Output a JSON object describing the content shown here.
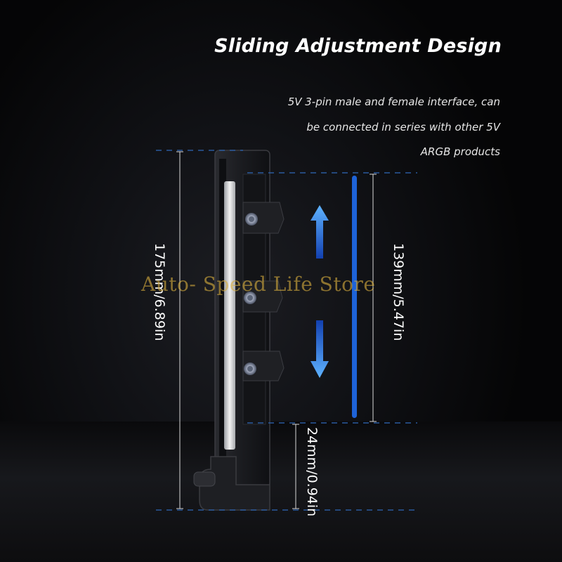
{
  "heading": "Sliding Adjustment Design",
  "description_lines": [
    "5V 3-pin male and female interface, can",
    "be connected in series with other 5V",
    "ARGB products"
  ],
  "dimensions": {
    "total_height": "175mm/6.89in",
    "slide_range": "139mm/5.47in",
    "foot_height": "24mm/0.94in"
  },
  "watermark": "Auto- Speed Life Store",
  "colors": {
    "accent_blue": "#1e63d8",
    "dash_blue": "#2a5a9e",
    "arrow_light": "#4fa6ff",
    "arrow_dark": "#1446b8",
    "watermark": "#d6ad3e"
  },
  "icons": [
    "arrow-up-icon",
    "arrow-down-icon",
    "screw-icon"
  ]
}
